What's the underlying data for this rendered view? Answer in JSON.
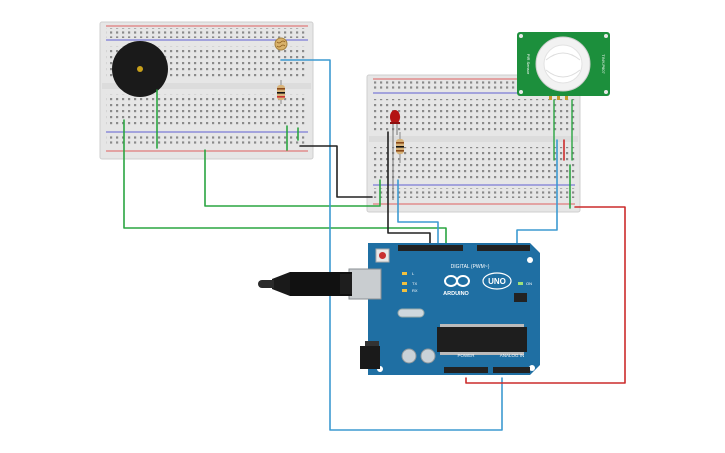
{
  "arduino": {
    "brand_label": "ARDUINO",
    "model_label": "UNO",
    "digital_header_label": "DIGITAL (PWM~)",
    "power_header_label": "POWER",
    "analog_header_label": "ANALOG IN",
    "led_labels": {
      "l": "L",
      "tx": "TX",
      "rx": "RX",
      "on": "ON"
    }
  },
  "pir_sensor": {
    "left_text": "PIR Sensor",
    "right_text": "TINY-P607"
  },
  "colors": {
    "board_blue": "#1f6fa3",
    "wire_green": "#2aa541",
    "wire_blue": "#3d9ad1",
    "wire_red": "#cc2b2b",
    "wire_black": "#222222",
    "pir_green": "#1c8f3c",
    "breadboard": "#e9e9e9"
  },
  "icons": [
    "piezo-buzzer-icon",
    "photoresistor-icon",
    "resistor-icon",
    "led-icon",
    "usb-plug-icon",
    "pir-dome-icon"
  ]
}
